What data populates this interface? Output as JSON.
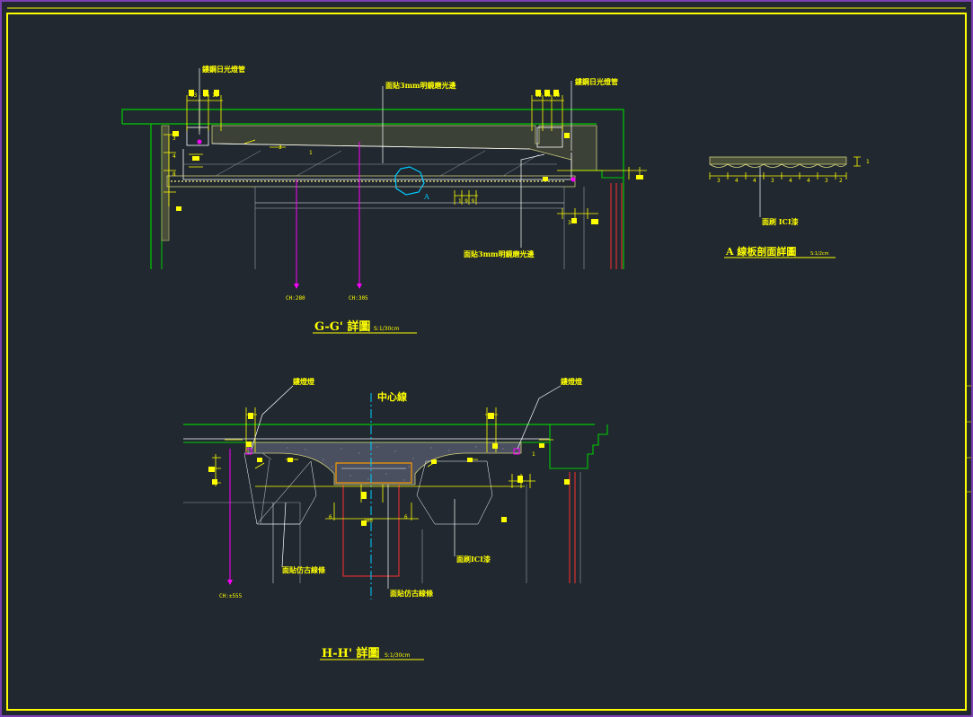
{
  "colors": {
    "background": "#212830",
    "frame": "#ffff00",
    "outer_border": "#7a3fb0",
    "green": "#00cc00",
    "white": "#ffffff",
    "magenta": "#ff00ff",
    "cyan": "#00ccff",
    "red": "#ff3030",
    "gray": "#9aa0a8"
  },
  "gg_detail": {
    "title": "G-G' 詳圖",
    "scale": "S:1/30cm",
    "labels": {
      "left_tube": "鏤鋼日光燈管",
      "right_tube": "鏤鋼日光燈管",
      "top_note": "面貼3mm明鏡磨光邊",
      "bottom_note": "面貼3mm明鏡磨光邊",
      "mark_a": "A",
      "level_left": "CH:280",
      "level_right": "CH:305"
    }
  },
  "a_detail": {
    "title": "A 線板剖面詳圖",
    "scale": "S:1/2cm",
    "label": "面刷 ICI漆"
  },
  "hh_detail": {
    "title": "H-H' 詳圖",
    "scale": "S:1/30cm",
    "labels": {
      "left_light": "鏤燈燈",
      "right_light": "鏤燈燈",
      "centerline": "中心線",
      "left_bottom": "面貼仿古線條",
      "center_bottom": "面貼仿古線條",
      "right_bottom": "面刷ICI漆",
      "level": "CH:±555"
    }
  }
}
